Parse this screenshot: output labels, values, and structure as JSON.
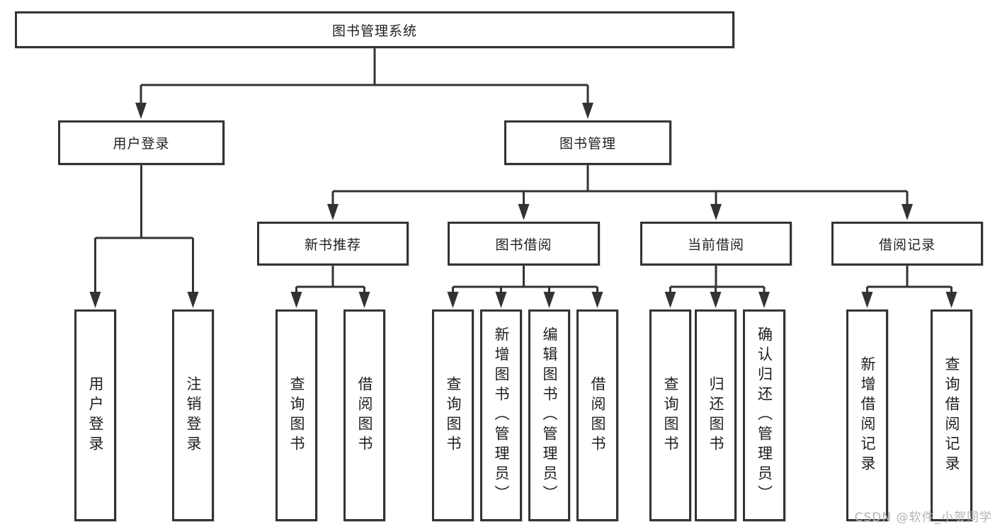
{
  "colors": {
    "line": "#333333",
    "box_border": "#333333",
    "text": "#1f1f1f",
    "watermark": "#b3b3b3",
    "background": "#ffffff"
  },
  "watermark": "CSDN @软件_小贺同学",
  "tree": {
    "root": {
      "label": "图书管理系统"
    },
    "branches": [
      {
        "label": "用户登录",
        "children": [
          {
            "label": "用户登录"
          },
          {
            "label": "注销登录"
          }
        ]
      },
      {
        "label": "图书管理",
        "children": [
          {
            "label": "新书推荐",
            "children": [
              {
                "label": "查询图书"
              },
              {
                "label": "借阅图书"
              }
            ]
          },
          {
            "label": "图书借阅",
            "children": [
              {
                "label": "查询图书"
              },
              {
                "label": "新增图书（管理员）"
              },
              {
                "label": "编辑图书（管理员）"
              },
              {
                "label": "借阅图书"
              }
            ]
          },
          {
            "label": "当前借阅",
            "children": [
              {
                "label": "查询图书"
              },
              {
                "label": "归还图书"
              },
              {
                "label": "确认归还（管理员）"
              }
            ]
          },
          {
            "label": "借阅记录",
            "children": [
              {
                "label": "新增借阅记录"
              },
              {
                "label": "查询借阅记录"
              }
            ]
          }
        ]
      }
    ]
  }
}
